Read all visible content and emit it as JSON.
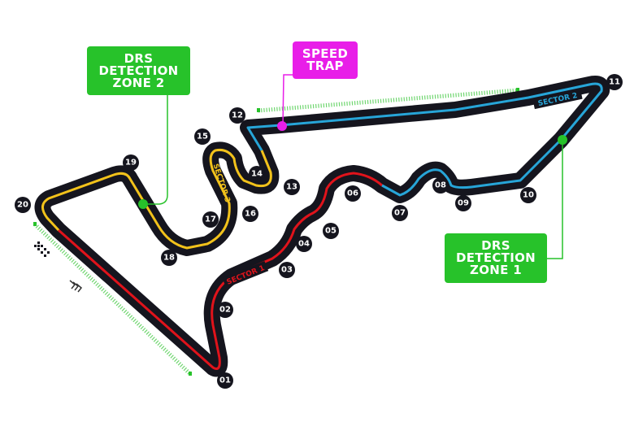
{
  "callouts": {
    "drs2": {
      "lines": [
        "DRS",
        "DETECTION",
        "ZONE 2"
      ]
    },
    "speed_trap": {
      "lines": [
        "SPEED",
        "TRAP"
      ]
    },
    "drs1": {
      "lines": [
        "DRS",
        "DETECTION",
        "ZONE 1"
      ]
    }
  },
  "sectors": [
    {
      "label": "SECTOR 1",
      "color": "#e0131b"
    },
    {
      "label": "SECTOR 2",
      "color": "#27a5d8"
    },
    {
      "label": "SECTOR 3",
      "color": "#f2c21b"
    }
  ],
  "turns": [
    "01",
    "02",
    "03",
    "04",
    "05",
    "06",
    "07",
    "08",
    "09",
    "10",
    "11",
    "12",
    "13",
    "14",
    "15",
    "16",
    "17",
    "18",
    "19",
    "20"
  ],
  "colors": {
    "track": "#15151e",
    "drs": "#27c22a",
    "speed_trap": "#e81ee8"
  },
  "icons": [
    "chequered-flag-icon",
    "direction-chevrons-icon"
  ]
}
